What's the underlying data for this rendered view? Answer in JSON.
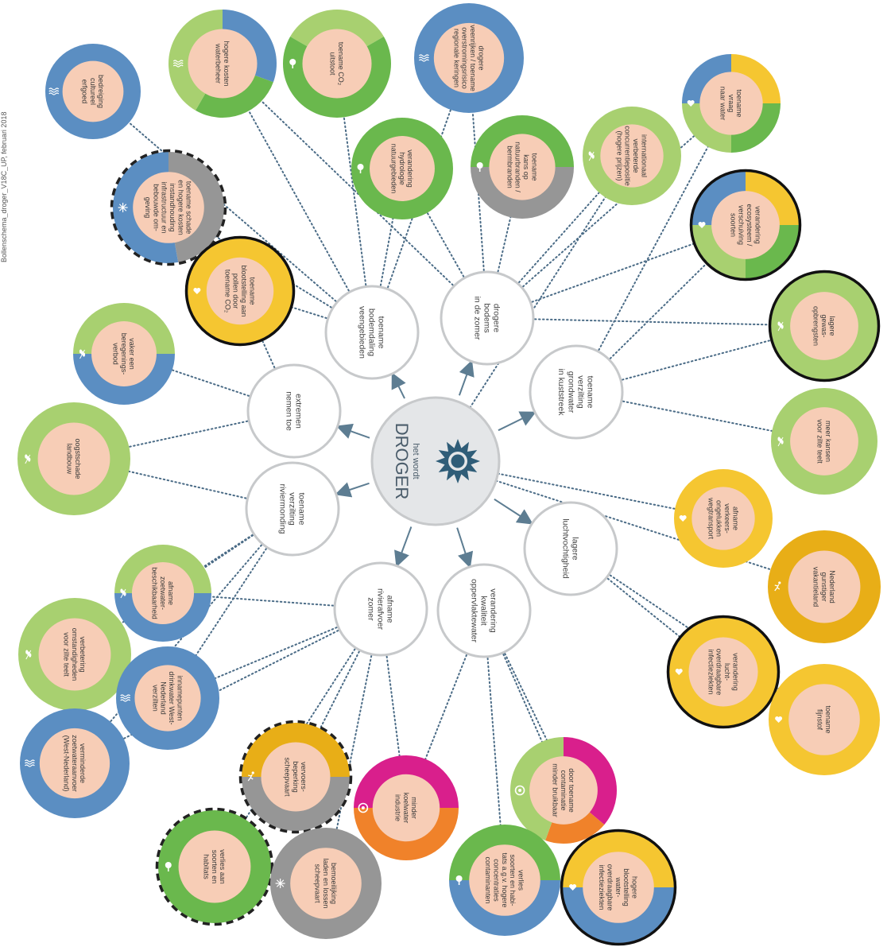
{
  "side_note": "Bollenschema_droger_V18C_UP, februari 2018",
  "colors": {
    "water": "#5b8ec2",
    "nature": "#6ab84d",
    "agri": "#a8d070",
    "health": "#f5c631",
    "leisure": "#e8ae17",
    "infra": "#969696",
    "energy": "#f0822a",
    "industry": "#d91f8c",
    "inner_fill": "#f7cdb6",
    "center_fill": "#e4e6e8",
    "dot_line": "#4a6b86",
    "arrow": "#5d7d92",
    "sun": "#2f5d78"
  },
  "center": {
    "line1": "het wordt",
    "line2": "DROGER",
    "icon": "sun-icon"
  },
  "primary": [
    {
      "id": "p1",
      "lines": [
        "toename",
        "bodemdaling",
        "veengebieden"
      ]
    },
    {
      "id": "p2",
      "lines": [
        "drogere",
        "bodems",
        "in de zomer"
      ]
    },
    {
      "id": "p3",
      "lines": [
        "toename",
        "verzilting",
        "grondwater",
        "in kuststreek"
      ]
    },
    {
      "id": "p4",
      "lines": [
        "lagere",
        "luchtvochtigheid"
      ]
    },
    {
      "id": "p5",
      "lines": [
        "verandering",
        "kwaliteit",
        "oppervlaktewater"
      ]
    },
    {
      "id": "p6",
      "lines": [
        "afname",
        "rivierafvoer",
        "zomer"
      ]
    },
    {
      "id": "p7",
      "lines": [
        "toename",
        "verzilting",
        "riviermonding"
      ]
    },
    {
      "id": "p8",
      "lines": [
        "extremen",
        "nemen toe"
      ]
    }
  ],
  "impacts": [
    {
      "id": "i1",
      "lines": [
        "bedreiging",
        "cultureel",
        "erfgoed"
      ],
      "icon": "water-icon"
    },
    {
      "id": "i2",
      "lines": [
        "hogere kosten",
        "waterbeheer"
      ],
      "icon": "water-icon"
    },
    {
      "id": "i3",
      "lines": [
        "toename CO₂",
        "uitstoot"
      ],
      "icon": "nature-icon"
    },
    {
      "id": "i4",
      "lines": [
        "drogere",
        "veenrijken / toename",
        "overstromingsrisico",
        "regionale keringen"
      ],
      "icon": "water-icon"
    },
    {
      "id": "i5",
      "lines": [
        "toename",
        "vraag",
        "naar water"
      ],
      "icon": "health-icon"
    },
    {
      "id": "i6",
      "lines": [
        "toename schade",
        "en hogere kosten",
        "instandhouding",
        "infrastructuur en",
        "bebouwde om-",
        "geving"
      ],
      "icon": "infra-icon"
    },
    {
      "id": "i7",
      "lines": [
        "verandering",
        "hydrologie",
        "natuurgebieden"
      ],
      "icon": "nature-icon"
    },
    {
      "id": "i8",
      "lines": [
        "toename",
        "kans op",
        "natuurbranden /",
        "bermbranden"
      ],
      "icon": "nature-icon"
    },
    {
      "id": "i9",
      "lines": [
        "internationaal",
        "verbeterde",
        "concurrentiepositie",
        "(hogere prijzen)"
      ],
      "icon": "agri-icon"
    },
    {
      "id": "i10",
      "lines": [
        "verandering",
        "ecosysteem /",
        "verschuiving",
        "soorten"
      ],
      "icon": "health-icon"
    },
    {
      "id": "i11",
      "lines": [
        "toename",
        "blootstelling aan",
        "pollen door",
        "toename CO₂"
      ],
      "icon": "health-icon"
    },
    {
      "id": "i12",
      "lines": [
        "lagere",
        "gewas-",
        "opbrengsten"
      ],
      "icon": "agri-icon"
    },
    {
      "id": "i13",
      "lines": [
        "vaker een",
        "beregenings-",
        "verbod"
      ],
      "icon": "agri-icon"
    },
    {
      "id": "i14",
      "lines": [
        "oogstschade",
        "landbouw"
      ],
      "icon": "agri-icon"
    },
    {
      "id": "i15",
      "lines": [
        "meer kansen",
        "voor zilte teelt"
      ],
      "icon": "agri-icon"
    },
    {
      "id": "i16",
      "lines": [
        "afname",
        "verkeers-",
        "ongelukken",
        "wegtransport"
      ],
      "icon": "health-icon"
    },
    {
      "id": "i17",
      "lines": [
        "Nederland",
        "gunstiger",
        "vakantieland"
      ],
      "icon": "leisure-icon"
    },
    {
      "id": "i18",
      "lines": [
        "afname",
        "zoetwater-",
        "beschikbaarheid"
      ],
      "icon": "agri-icon"
    },
    {
      "id": "i19",
      "lines": [
        "verbetering",
        "omstandigheden",
        "voor zilte teelt"
      ],
      "icon": "agri-icon"
    },
    {
      "id": "i20",
      "lines": [
        "verandering",
        "lucht-",
        "overdraagbare",
        "infectieziekten"
      ],
      "icon": "health-icon"
    },
    {
      "id": "i21",
      "lines": [
        "innamepunten",
        "drinkwater West-",
        "Nederland",
        "verzilten"
      ],
      "icon": "water-icon"
    },
    {
      "id": "i22",
      "lines": [
        "toename",
        "fijnstof"
      ],
      "icon": "health-icon"
    },
    {
      "id": "i23",
      "lines": [
        "verminderde",
        "zoetwateraanvoer",
        "(West-Nederland)"
      ],
      "icon": "water-icon"
    },
    {
      "id": "i24",
      "lines": [
        "vervoers-",
        "beperking",
        "scheepvaart"
      ],
      "icon": "leisure-icon"
    },
    {
      "id": "i25",
      "lines": [
        "minder",
        "koelwater",
        "industrie"
      ],
      "icon": "industry-icon"
    },
    {
      "id": "i26",
      "lines": [
        "door toename",
        "contaminatie",
        "minder bruikbaar"
      ],
      "icon": "industry-icon"
    },
    {
      "id": "i27",
      "lines": [
        "verlies aan",
        "soorten en",
        "habitats"
      ],
      "icon": "nature-icon"
    },
    {
      "id": "i28",
      "lines": [
        "bemoeilijking",
        "laden en lossen",
        "scheepvaart"
      ],
      "icon": "infra-icon"
    },
    {
      "id": "i29",
      "lines": [
        "verlies",
        "soorten en habi-",
        "tats a.g.v. hogere",
        "concentraties",
        "contaminanten"
      ],
      "icon": "nature-icon"
    },
    {
      "id": "i30",
      "lines": [
        "hogere",
        "blootstelling",
        "water-",
        "overdraagbare",
        "infectieziekten"
      ],
      "icon": "health-icon"
    }
  ]
}
